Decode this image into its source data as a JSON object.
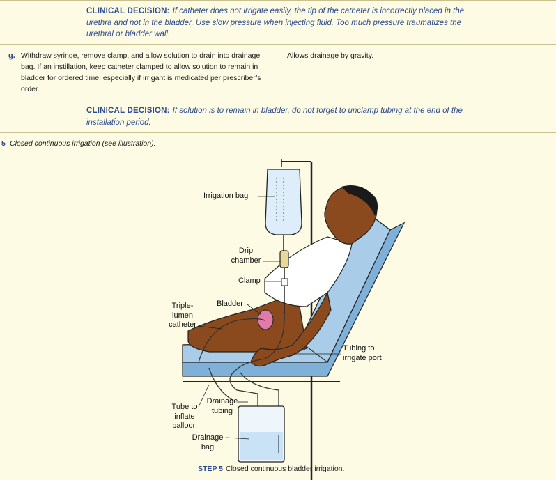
{
  "clinical_decision_1": {
    "label": "CLINICAL DECISION:",
    "text": "If catheter does not irrigate easily, the tip of the catheter is incorrectly placed in the urethra and not in the bladder. Use slow pressure when injecting fluid. Too much pressure traumatizes the urethral or bladder wall."
  },
  "step_g": {
    "letter": "g.",
    "text": "Withdraw syringe, remove clamp, and allow solution to drain into drainage bag. If an instillation, keep catheter clamped to allow solution to remain in bladder for ordered time, especially if irrigant is medicated per prescriber’s order.",
    "rationale": "Allows drainage by gravity."
  },
  "clinical_decision_2": {
    "label": "CLINICAL DECISION:",
    "text": "If solution is to remain in bladder, do not forget to unclamp tubing at the end of the installation period."
  },
  "step_5": {
    "number": "5",
    "text": "Closed continuous irrigation (see illustration):"
  },
  "illustration": {
    "labels": {
      "irrigation_bag": "Irrigation bag",
      "drip_chamber": "Drip chamber",
      "clamp": "Clamp",
      "bladder": "Bladder",
      "triple_lumen": "Triple-lumen catheter",
      "tubing_irrigate": "Tubing to irrigate port",
      "drainage_tubing": "Drainage tubing",
      "tube_inflate": "Tube to inflate balloon",
      "drainage_bag": "Drainage bag"
    }
  },
  "caption": {
    "step": "STEP 5",
    "text": "Closed continuous bladder irrigation."
  },
  "colors": {
    "background": "#fdfbe4",
    "accent_blue": "#2c4b8c",
    "skin": "#8a4a1e",
    "bed": "#a9cde8"
  }
}
